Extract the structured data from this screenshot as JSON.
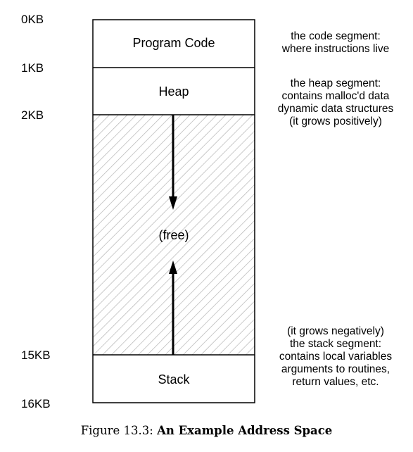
{
  "addresses": {
    "a0": "0KB",
    "a1": "1KB",
    "a2": "2KB",
    "a15": "15KB",
    "a16": "16KB"
  },
  "segments": {
    "code": "Program Code",
    "heap": "Heap",
    "free": "(free)",
    "stack": "Stack"
  },
  "notes": {
    "code": [
      "the code segment:",
      "where instructions live"
    ],
    "heap": [
      "the heap segment:",
      "contains malloc'd data",
      "dynamic data structures",
      "(it grows positively)"
    ],
    "stack": [
      "(it grows negatively)",
      "the stack segment:",
      "contains local variables",
      "arguments to routines,",
      "return values, etc."
    ]
  },
  "caption": {
    "prefix": "Figure 13.3: ",
    "title": "An Example Address Space"
  }
}
